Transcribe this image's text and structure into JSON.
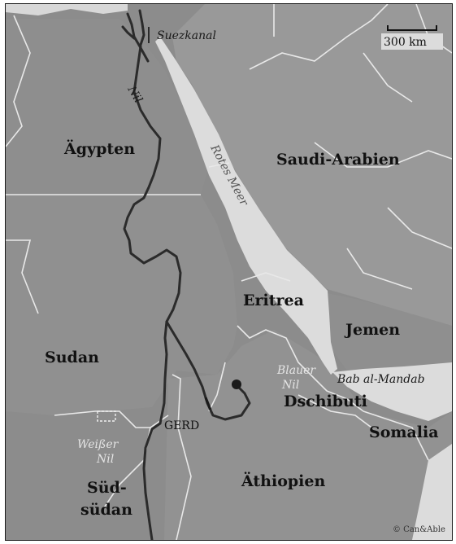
{
  "map": {
    "countries": {
      "egypt": "Ägypten",
      "saudi_arabia": "Saudi-Arabien",
      "sudan": "Sudan",
      "eritrea": "Eritrea",
      "yemen": "Jemen",
      "djibouti": "Dschibuti",
      "somalia": "Somalia",
      "ethiopia": "Äthiopien",
      "south_sudan_line1": "Süd-",
      "south_sudan_line2": "südan"
    },
    "water": {
      "suez_canal": "Suezkanal",
      "nile": "Nil",
      "red_sea": "Rotes Meer",
      "blue_nile_line1": "Blauer",
      "blue_nile_line2": "Nil",
      "white_nile_line1": "Weißer",
      "white_nile_line2": "Nil",
      "bab_al_mandab": "Bab al-Mandab"
    },
    "dam": "GERD",
    "scale": "300 km",
    "credit": "© Can&Able",
    "colors": {
      "land_dark": "#8c8c8c",
      "land_mid": "#9a9a9a",
      "water": "#dcdcdc",
      "border": "#e8e8e8",
      "river": "#2b2b2b"
    }
  }
}
